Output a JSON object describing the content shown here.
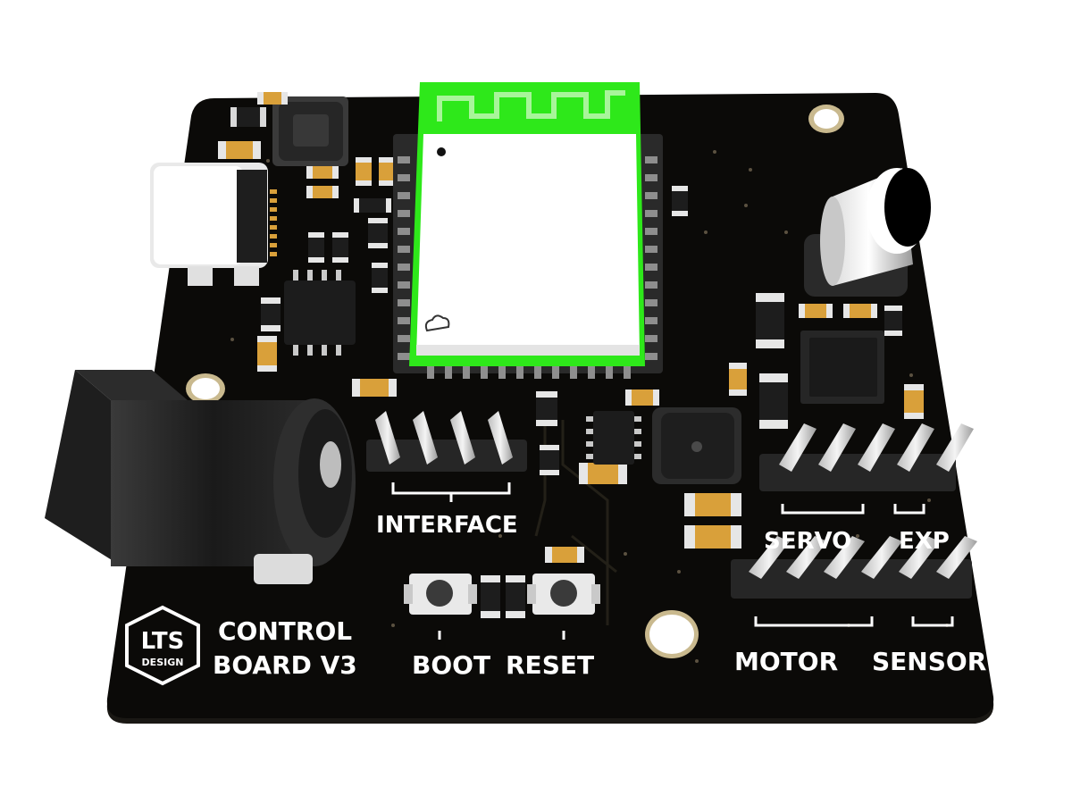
{
  "colors": {
    "background": "#ffffff",
    "pcb": "#0b0a08",
    "silkscreen": "#ffffff",
    "antenna_green": "#2ee81a",
    "module_shield": "#ffffff",
    "ic_body": "#1c1c1c"
  },
  "silkscreen": {
    "interface": "INTERFACE",
    "boot": "BOOT",
    "reset": "RESET",
    "servo": "SERVO",
    "exp": "EXP",
    "motor": "MOTOR",
    "sensor": "SENSOR",
    "board_title_line1": "CONTROL",
    "board_title_line2": "BOARD V3",
    "logo_main": "LTS",
    "logo_sub": "DESIGN"
  }
}
